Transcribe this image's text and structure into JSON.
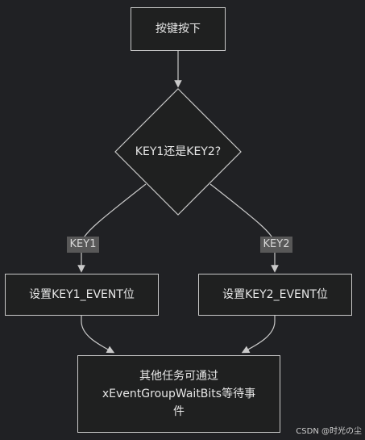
{
  "diagram": {
    "nodes": {
      "start": {
        "label": "按键按下"
      },
      "decision": {
        "label": "KEY1还是KEY2?"
      },
      "key1_action": {
        "label": "设置KEY1_EVENT位"
      },
      "key2_action": {
        "label": "设置KEY2_EVENT位"
      },
      "wait": {
        "line1": "其他任务可通过",
        "line2": "xEventGroupWaitBits等待事",
        "line3": "件"
      }
    },
    "edges": {
      "key1": {
        "label": "KEY1"
      },
      "key2": {
        "label": "KEY2"
      }
    }
  },
  "watermark": "CSDN @时光の尘",
  "colors": {
    "background": "#202124",
    "node_fill": "#1f2020",
    "node_border": "#c9c9c9",
    "edge": "#c9c9c9",
    "edge_label_bg": "#585858"
  }
}
